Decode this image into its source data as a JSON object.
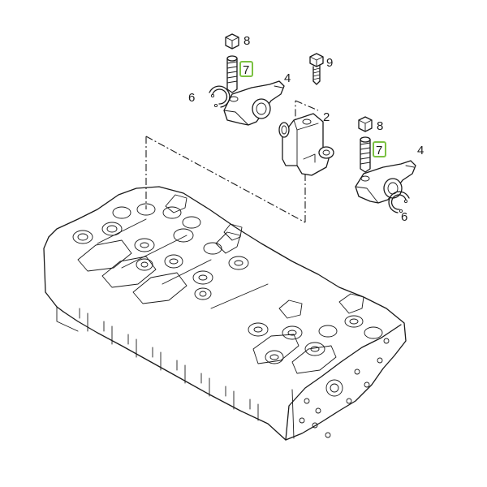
{
  "callouts": {
    "c2": "2",
    "c4a": "4",
    "c4b": "4",
    "c6a": "6",
    "c6b": "6",
    "c7a": "7",
    "c7b": "7",
    "c8a": "8",
    "c8b": "8",
    "c9": "9"
  },
  "colors": {
    "line": "#1a1a1a",
    "highlight": "#7bc142",
    "background": "#ffffff"
  },
  "highlighted_parts": [
    "7"
  ]
}
